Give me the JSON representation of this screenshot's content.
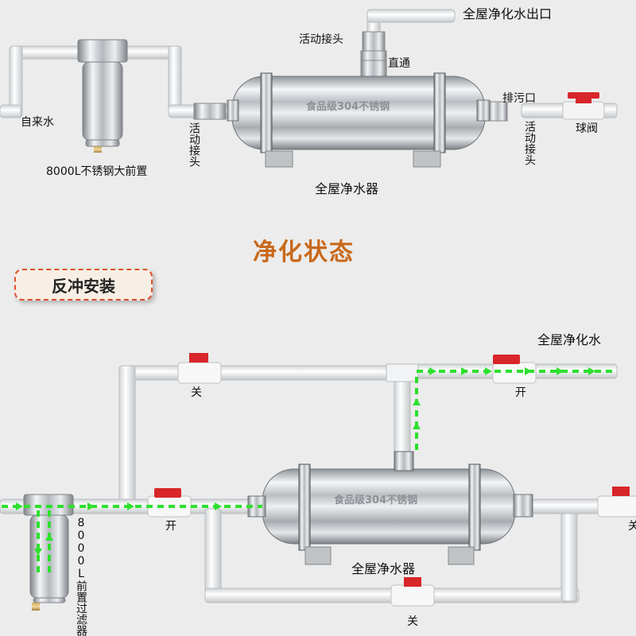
{
  "top": {
    "whole_house_outlet": "全屋净化水出口",
    "union_joint_top": "活动接头",
    "straight_through": "直通",
    "tap_water": "自来水",
    "prefilter_caption": "8000L不锈钢大前置",
    "union_joint_left": "活动接头",
    "tank_engraving": "食品级304不锈钢",
    "drain_outlet": "排污口",
    "union_joint_right": "活动接头",
    "ball_valve": "球阀",
    "purifier_caption": "全屋净水器"
  },
  "state_title": "净化状态",
  "backflush_label": "反冲安装",
  "bottom": {
    "whole_house_water": "全屋净化水",
    "valve_top_left": "关",
    "valve_top_right": "开",
    "valve_mid_left": "开",
    "valve_bottom": "关",
    "valve_right_partial": "关",
    "prefilter_caption": "8000L前置过滤器",
    "tank_engraving": "食品级304不锈钢",
    "purifier_caption": "全屋净水器"
  },
  "colors": {
    "flow_arrow": "#2ee02e",
    "valve_handle": "#d8262a",
    "state_title": "#c8691c",
    "dashed_border": "#e0502a"
  }
}
